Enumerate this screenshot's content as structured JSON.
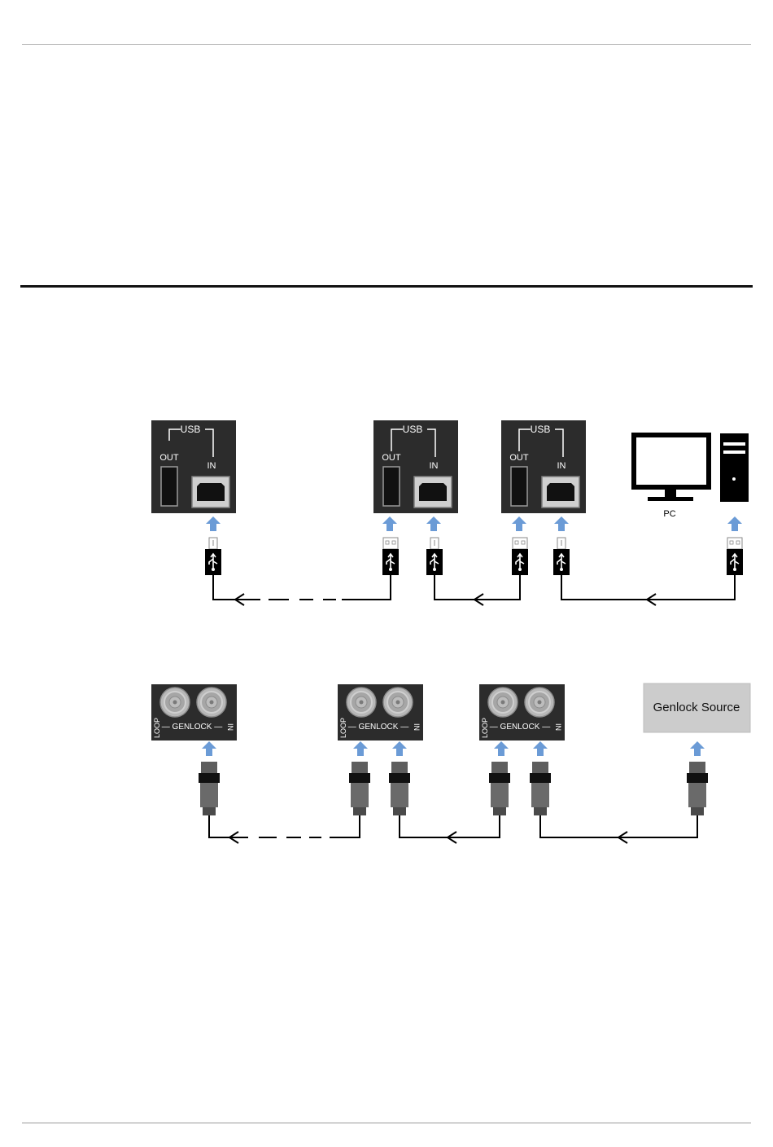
{
  "usb_diagram": {
    "panel": {
      "group_label": "USB",
      "out_label": "OUT",
      "in_label": "IN"
    },
    "pc_label": "PC"
  },
  "genlock_diagram": {
    "panel": {
      "loop_label": "LOOP",
      "genlock_label": "— GENLOCK —",
      "in_label": "IN"
    },
    "source_label": "Genlock Source"
  },
  "colors": {
    "panel_bg": "#2c2c2c",
    "arrow_blue": "#6b9bd6",
    "source_box": "#cccccc",
    "connector_gray": "#666666"
  }
}
